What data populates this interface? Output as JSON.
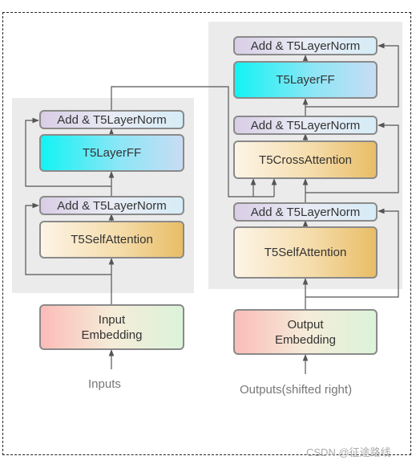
{
  "encoder": {
    "norm_top": "Add & T5LayerNorm",
    "ff": "T5LayerFF",
    "norm_bottom": "Add & T5LayerNorm",
    "self_attention": "T5SelfAttention",
    "embedding": "Input\nEmbedding",
    "input_label": "Inputs"
  },
  "decoder": {
    "norm_top": "Add & T5LayerNorm",
    "ff": "T5LayerFF",
    "norm_middle": "Add & T5LayerNorm",
    "cross_attention": "T5CrossAttention",
    "norm_bottom": "Add & T5LayerNorm",
    "self_attention": "T5SelfAttention",
    "embedding": "Output\nEmbedding",
    "output_label": "Outputs(shifted right)"
  },
  "watermark": "CSDN @征途路线",
  "colors": {
    "panel": "#ebebeb",
    "border": "#8a8a8a",
    "arrow": "#555555"
  }
}
